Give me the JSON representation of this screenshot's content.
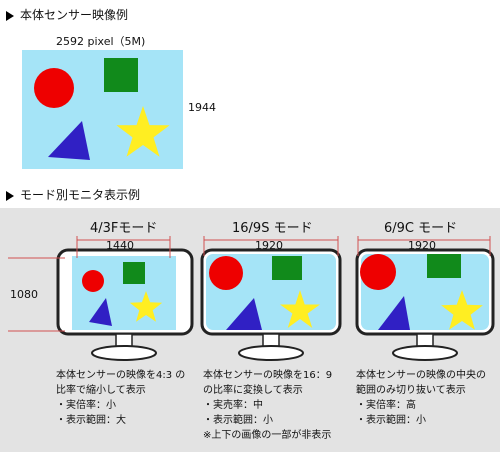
{
  "top": {
    "header": "本体センサー映像例",
    "width_label": "2592 pixel（5M)",
    "height_label": "1944",
    "bg_color": "#a5e4f7"
  },
  "modes_header": "モード別モニタ表示例",
  "height_label": "1080",
  "colors": {
    "circle": "#ee0000",
    "square": "#118a1b",
    "triangle": "#3020c4",
    "star": "#ffee22",
    "sky": "#a5e4f7",
    "monitor": "#222222"
  },
  "modes": [
    {
      "title": "4/3Fモード",
      "width": "1440",
      "desc": [
        "本体センサーの映像を4:3 の",
        "比率で縮小して表示",
        "・実倍率：小",
        "・表示範囲：大"
      ]
    },
    {
      "title": "16/9S モード",
      "width": "1920",
      "desc": [
        "本体センサーの映像を16：9",
        "の比率に変換して表示",
        "・実売率：中",
        "・表示範囲：小",
        "※上下の画像の一部が非表示"
      ]
    },
    {
      "title": "6/9C モード",
      "width": "1920",
      "desc": [
        "本体センサーの映像の中央の",
        "範囲のみ切り抜いて表示",
        "・実倍率：高",
        "・表示範囲：小"
      ]
    }
  ]
}
